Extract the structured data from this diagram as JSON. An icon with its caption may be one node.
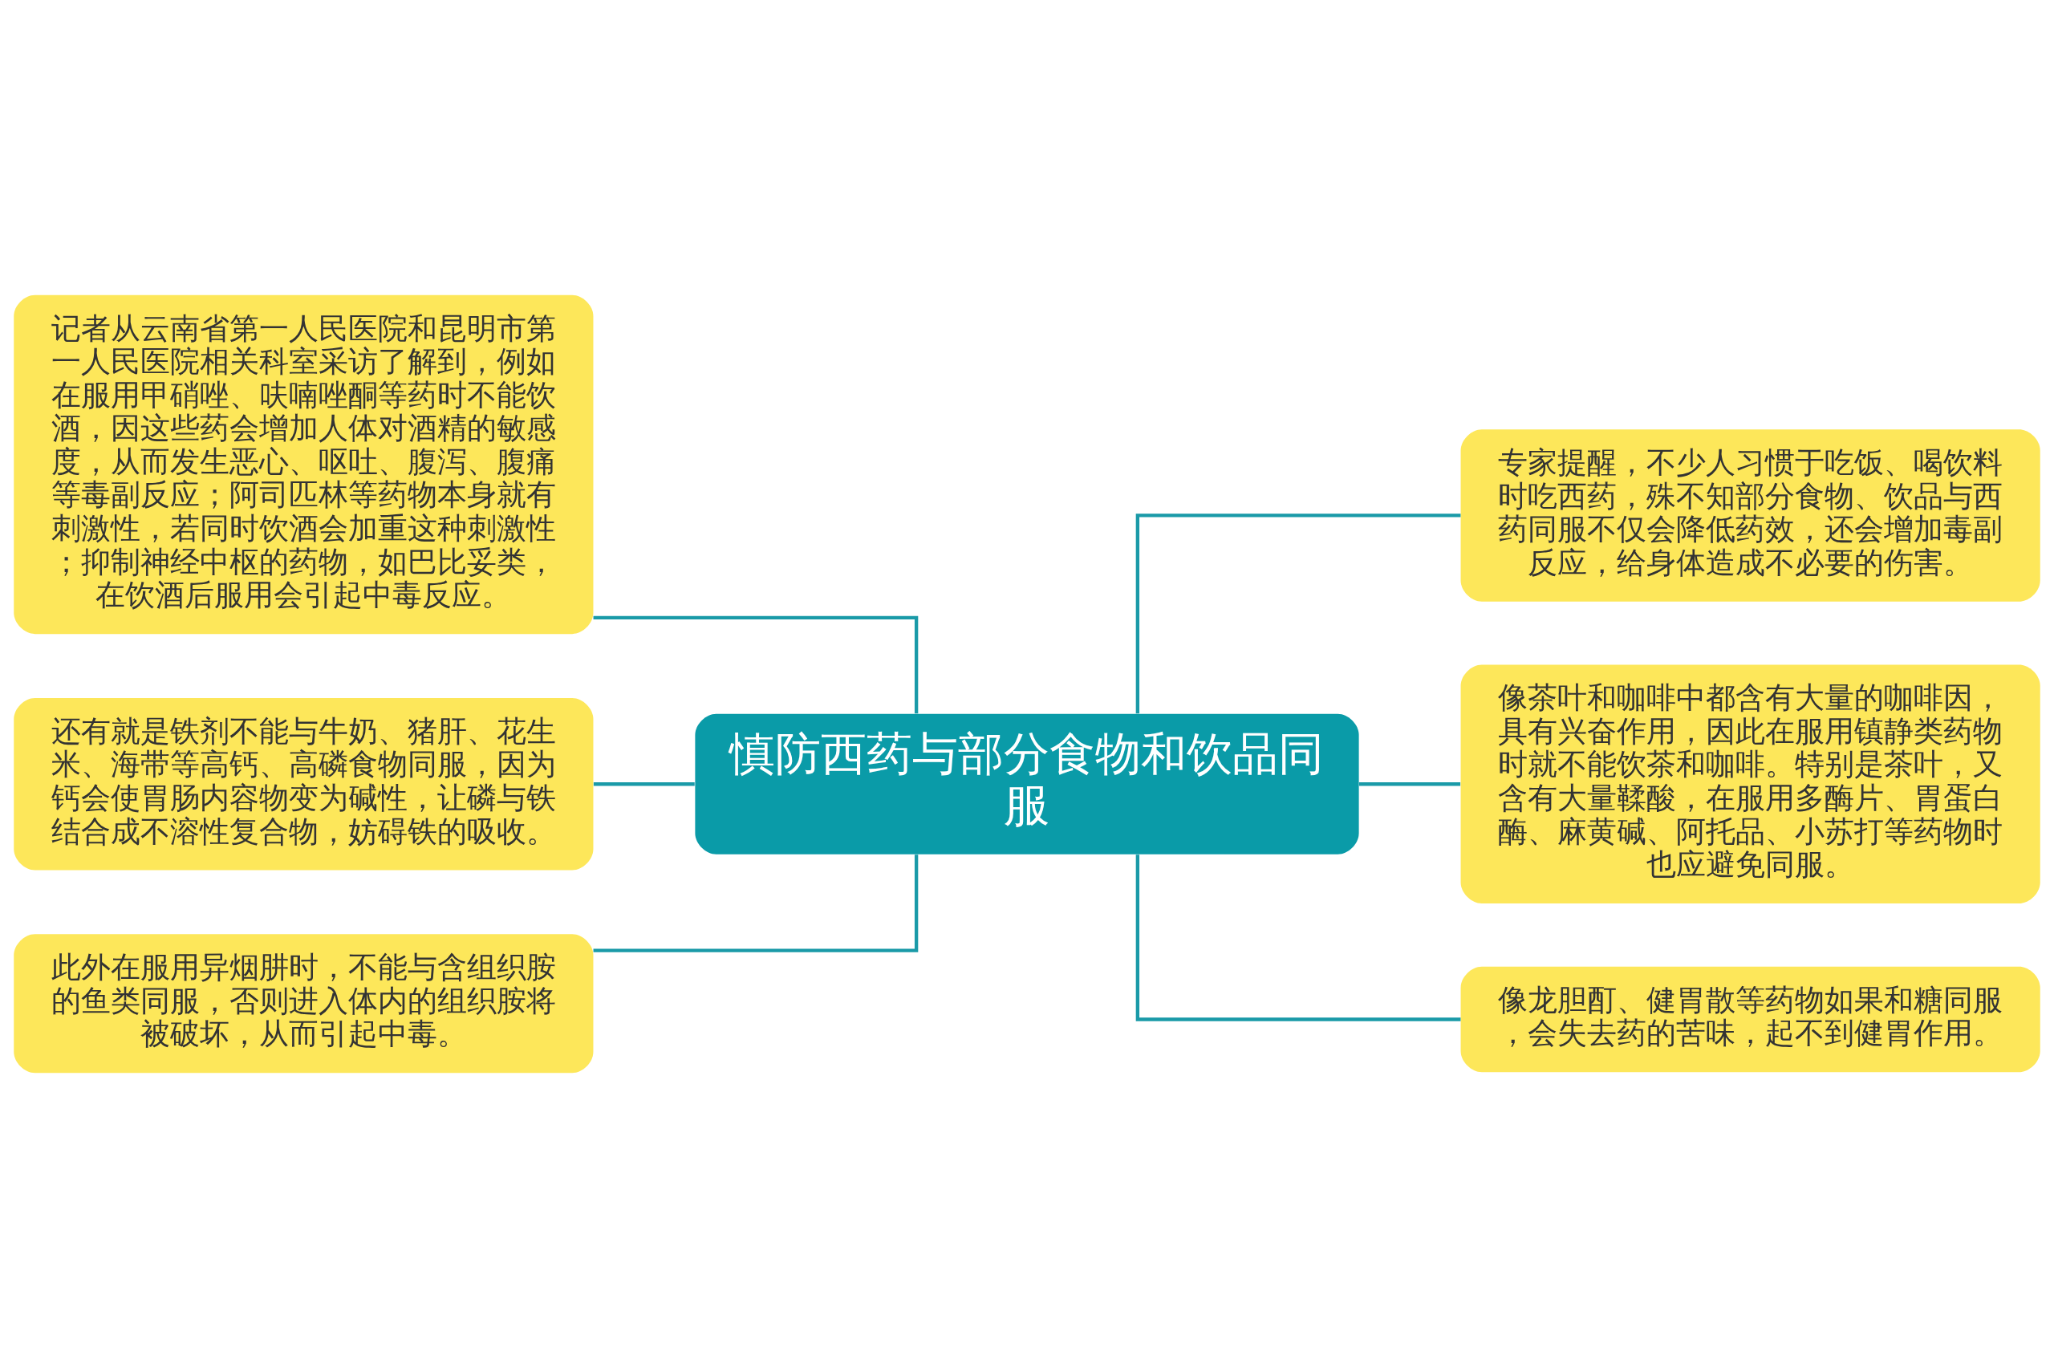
{
  "diagram": {
    "nodes": [
      {
        "text": [
          "慎防西药与部分食物和饮品同服"
        ]
      },
      {
        "text": [
          "记者从云南省第一人民医院和昆明市第一人民医院相关科室采访了解到，例如在服用甲硝唑、呋喃唑酮等药时不能饮酒，因这些药会增加人体对酒精的敏感度，从而发生恶心、呕吐、腹泻、腹痛等毒副反应；阿司匹林等药物本身就有刺激性，若同时饮酒会加重这种刺激性；抑制神经中枢的药物，如巴比妥类，在饮酒后服用会引起中毒反应。"
        ]
      },
      {
        "text": [
          "还有就是铁剂不能与牛奶、猪肝、花生米、海带等高钙、高磷食物同服，因为钙会使胃肠内容物变为碱性，让磷与铁结合成不溶性复合物，妨碍铁的吸收。"
        ]
      },
      {
        "text": [
          "此外在服用异烟肼时，不能与含组织胺的鱼类同服，否则进入体内的组织胺将被破坏，从而引起中毒。"
        ]
      },
      {
        "text": [
          "专家提醒，不少人习惯于吃饭、喝饮料时吃西药，殊不知部分食物、饮品与西药同服不仅会降低药效，还会增加毒副反应，给身体造成不必要的伤害。"
        ]
      },
      {
        "text": [
          "像茶叶和咖啡中都含有大量的咖啡因，具有兴奋作用，因此在服用镇静类药物时就不能饮茶和咖啡。特别是茶叶，又含有大量鞣酸，在服用多酶片、胃蛋白酶、麻黄碱、阿托品、小苏打等药物时也应避免同服。"
        ]
      },
      {
        "text": [
          "像龙胆酊、健胃散等药物如果和糖同服，会失去药的苦味，起不到健胃作用。"
        ]
      }
    ],
    "edges": [
      {
        "from": 0,
        "to": 1,
        "arrow": "none"
      },
      {
        "from": 0,
        "to": 2,
        "arrow": "none"
      },
      {
        "from": 0,
        "to": 3,
        "arrow": "none"
      },
      {
        "from": 0,
        "to": 4,
        "arrow": "none"
      },
      {
        "from": 0,
        "to": 5,
        "arrow": "none"
      },
      {
        "from": 0,
        "to": 6,
        "arrow": "none"
      }
    ]
  }
}
